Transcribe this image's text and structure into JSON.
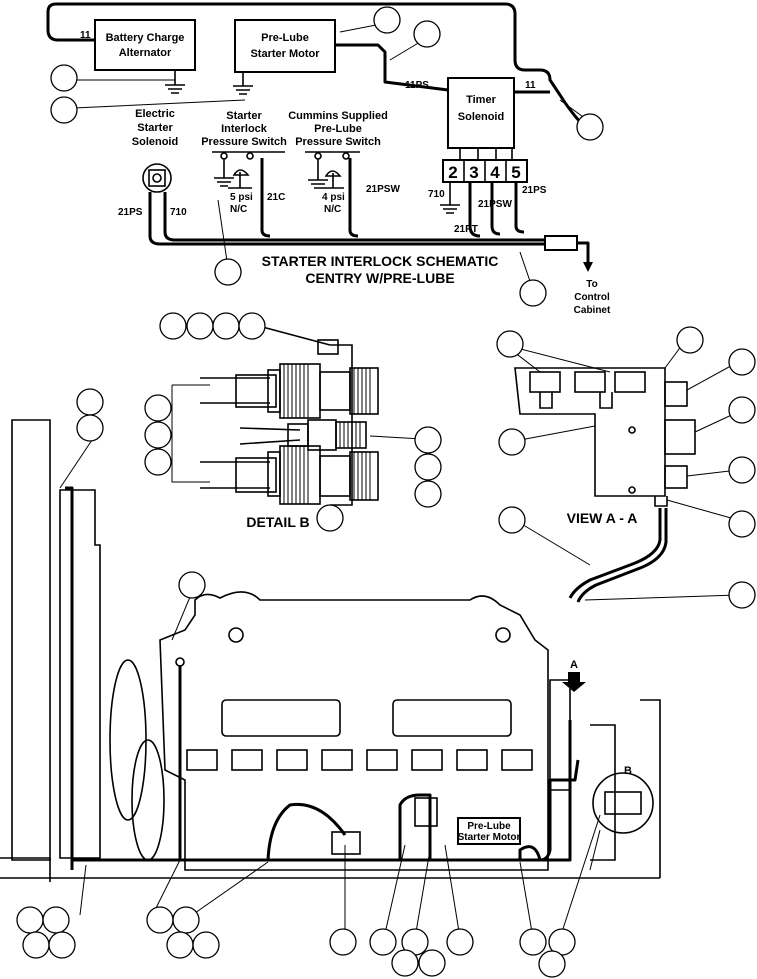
{
  "schematic": {
    "title_line1": "STARTER INTERLOCK SCHEMATIC",
    "title_line2": "CENTRY W/PRE-LUBE",
    "battery": [
      "Battery Charge",
      "Alternator"
    ],
    "prelube_motor": [
      "Pre-Lube",
      "Starter Motor"
    ],
    "timer": [
      "Timer",
      "Solenoid"
    ],
    "electric_solenoid": [
      "Electric",
      "Starter",
      "Solenoid"
    ],
    "interlock_switch": [
      "Starter",
      "Interlock",
      "Pressure Switch"
    ],
    "cummins_switch": [
      "Cummins Supplied",
      "Pre-Lube",
      "Pressure Switch"
    ],
    "psi5": [
      "5 psi",
      "N/C"
    ],
    "psi4": [
      "4 psi",
      "N/C"
    ],
    "terminals": [
      "2",
      "3",
      "4",
      "5"
    ],
    "to_control": [
      "To",
      "Control",
      "Cabinet"
    ],
    "wires": {
      "w11_left": "11",
      "w11ps": "11PS",
      "w11_right": "11",
      "w21ps_left": "21PS",
      "w710_left": "710",
      "w21c": "21C",
      "w21psw_mid": "21PSW",
      "w710_right": "710",
      "w21pt": "21PT",
      "w21psw_right": "21PSW",
      "w21ps_right": "21PS"
    }
  },
  "detail_b": {
    "label": "DETAIL B"
  },
  "view_aa": {
    "label": "VIEW A - A"
  },
  "engine": {
    "prelube_label": [
      "Pre-Lube",
      "Starter Motor"
    ],
    "arrow_a": "A",
    "circle_b": "B"
  }
}
